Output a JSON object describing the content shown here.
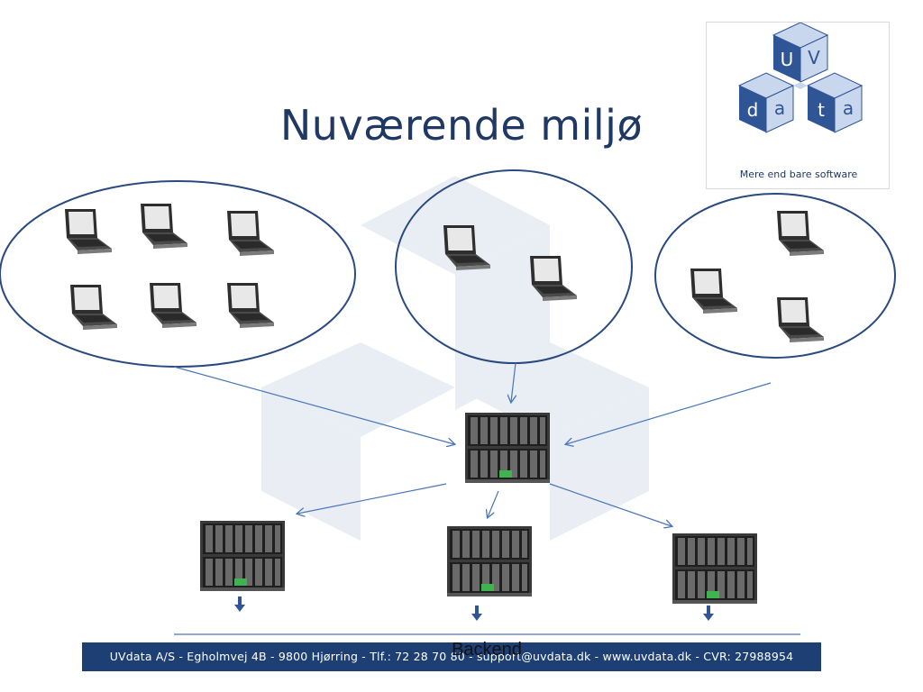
{
  "slide": {
    "title": "Nuværende miljø",
    "footer_text": "UVdata A/S - Egholmvej 4B - 9800 Hjørring - Tlf.: 72 28 70 80 - support@uvdata.dk - www.uvdata.dk - CVR: 27988954",
    "backend_label": "Backend"
  },
  "logo": {
    "letters": [
      "U",
      "V",
      "d",
      "a",
      "t",
      "a"
    ],
    "tagline": "Mere end bare software"
  },
  "colors": {
    "title": "#1f3864",
    "ellipse_stroke": "#2a4a7f",
    "arrow": "#4a76b8",
    "footer_bg": "#1e3f73",
    "logo_blue": "#2f5597",
    "logo_light": "#c9d7ee"
  },
  "diagram": {
    "groups": [
      {
        "name": "client-group-left",
        "laptop_count": 6
      },
      {
        "name": "client-group-center",
        "laptop_count": 2
      },
      {
        "name": "client-group-right",
        "laptop_count": 3
      }
    ],
    "central_server": "server-icon",
    "backend_servers": 3
  }
}
